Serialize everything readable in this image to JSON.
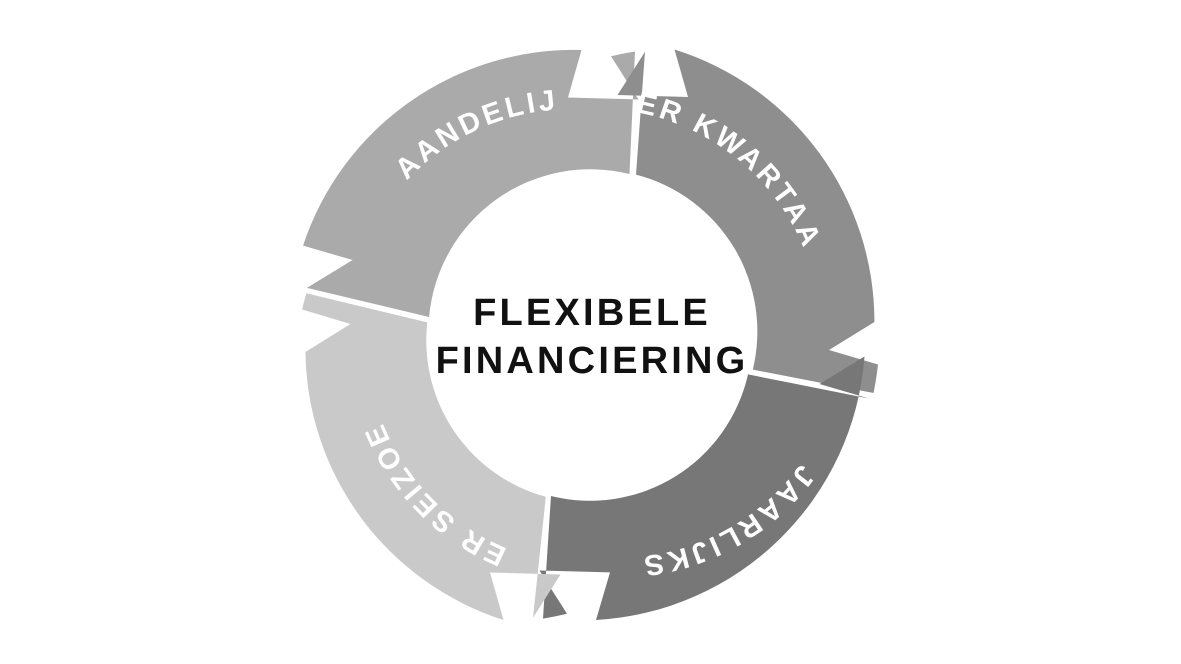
{
  "diagram": {
    "type": "cycle-chevron-ring",
    "center_title_lines": [
      "FLEXIBELE",
      "FINANCIERING"
    ],
    "center_title": "FLEXIBELE FINANCIERING",
    "background_color": "#ffffff",
    "center_text_color": "#111111",
    "label_text_color": "#ffffff",
    "segment_count": 4,
    "segments": [
      {
        "id": "maandelijks",
        "label": "MAANDELIJKS",
        "color": "#aaaaaa",
        "position": "top-left",
        "order": 1
      },
      {
        "id": "per-kwartaal",
        "label": "PER KWARTAAL",
        "color": "#8e8e8e",
        "position": "top-right",
        "order": 2
      },
      {
        "id": "jaarlijks",
        "label": "JAARLIJKS",
        "color": "#777777",
        "position": "bottom-right",
        "order": 3
      },
      {
        "id": "per-seizoen",
        "label": "PER SEIZOEN",
        "color": "#c9c9c9",
        "position": "bottom-left",
        "order": 4
      }
    ]
  },
  "chart_data": {
    "type": "pie",
    "title": "FLEXIBELE FINANCIERING",
    "categories": [
      "MAANDELIJKS",
      "PER KWARTAAL",
      "JAARLIJKS",
      "PER SEIZOEN"
    ],
    "values": [
      25,
      25,
      25,
      25
    ],
    "colors": [
      "#aaaaaa",
      "#8e8e8e",
      "#777777",
      "#c9c9c9"
    ],
    "xlabel": "",
    "ylabel": "",
    "legend": "none",
    "grid": false
  }
}
